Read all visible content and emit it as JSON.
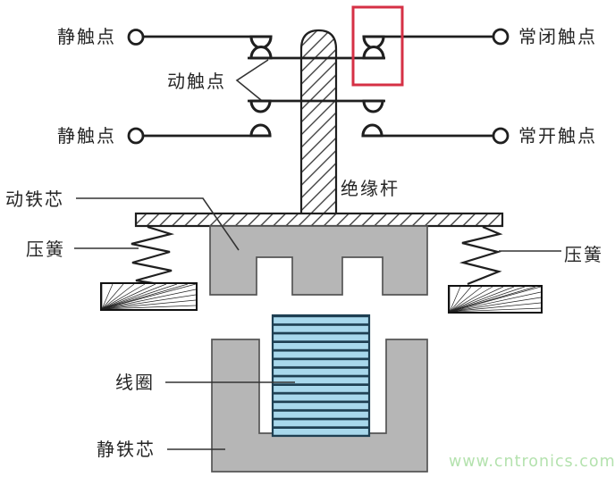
{
  "labels": {
    "static_contact_top": "静触点",
    "static_contact_bottom": "静触点",
    "moving_contact": "动触点",
    "normally_closed_contact": "常闭触点",
    "normally_open_contact": "常开触点",
    "insulation_rod": "绝缘杆",
    "moving_iron_core": "动铁芯",
    "compression_spring_left": "压簧",
    "compression_spring_right": "压簧",
    "coil": "线圈",
    "static_iron_core": "静铁芯"
  },
  "watermark": {
    "text": "www.cntronics.com",
    "color": "#b4e2ae"
  },
  "colors": {
    "line": "#1f1f1f",
    "leader": "#333333",
    "metal_gray": "#b6b6b6",
    "metal_outline": "#555555",
    "coil_fill": "#a8d8ec",
    "coil_stripe": "#1e3f52",
    "highlight_red": "#d63045",
    "watermark_green": "#b4e2ae",
    "background": "#ffffff"
  }
}
